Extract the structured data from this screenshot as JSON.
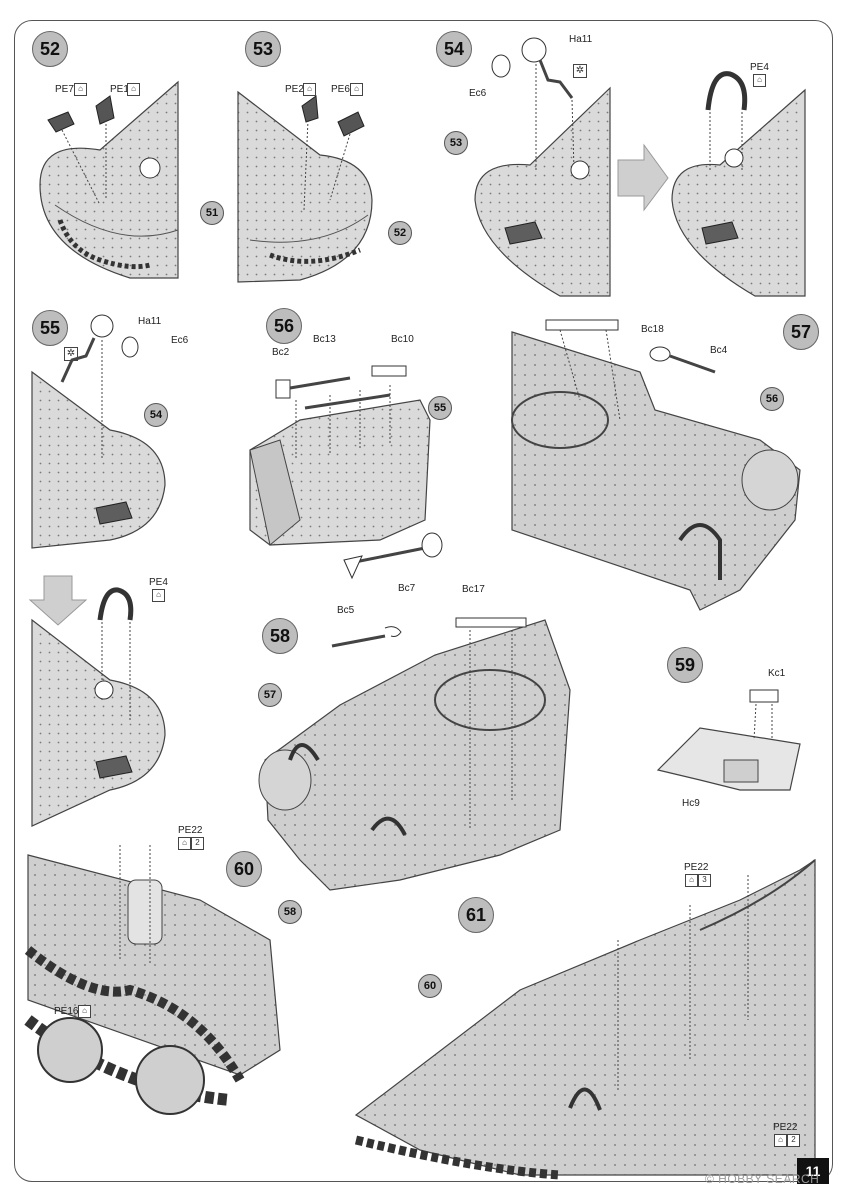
{
  "page_number": "11",
  "watermark": "© HOBBY SEARCH",
  "steps": [
    {
      "number": "52",
      "refs": [
        "51"
      ],
      "parts": [
        "PE7",
        "PE1"
      ]
    },
    {
      "number": "53",
      "refs": [
        "52"
      ],
      "parts": [
        "PE2",
        "PE6"
      ]
    },
    {
      "number": "54",
      "refs": [
        "53"
      ],
      "parts": [
        "Ha11",
        "Ec6",
        "PE4"
      ]
    },
    {
      "number": "55",
      "refs": [
        "54"
      ],
      "parts": [
        "Ha11",
        "Ec6",
        "PE4"
      ]
    },
    {
      "number": "56",
      "refs": [
        "55"
      ],
      "parts": [
        "Bc2",
        "Bc13",
        "Bc10",
        "Bc7"
      ]
    },
    {
      "number": "57",
      "refs": [
        "56"
      ],
      "parts": [
        "Bc18",
        "Bc4"
      ]
    },
    {
      "number": "58",
      "refs": [
        "57"
      ],
      "parts": [
        "Bc5",
        "Bc17"
      ]
    },
    {
      "number": "59",
      "refs": [],
      "parts": [
        "Kc1",
        "Hc9"
      ]
    },
    {
      "number": "60",
      "refs": [
        "58"
      ],
      "parts": [
        "PE22",
        "PE16"
      ]
    },
    {
      "number": "61",
      "refs": [
        "60"
      ],
      "parts": [
        "PE22",
        "PE22"
      ]
    }
  ],
  "labels": {
    "pe7": "PE7",
    "pe1": "PE1",
    "pe2": "PE2",
    "pe6": "PE6",
    "ha11": "Ha11",
    "ec6": "Ec6",
    "pe4": "PE4",
    "bc2": "Bc2",
    "bc13": "Bc13",
    "bc10": "Bc10",
    "bc7": "Bc7",
    "bc18": "Bc18",
    "bc4": "Bc4",
    "bc5": "Bc5",
    "bc17": "Bc17",
    "kc1": "Kc1",
    "hc9": "Hc9",
    "pe22": "PE22",
    "pe16": "PE16",
    "x2": "2",
    "x3": "3"
  },
  "icons": {
    "photo_etch": "pe-fret-icon",
    "cut": "cut-mark-icon",
    "arrow": "next-arrow-icon"
  },
  "colors": {
    "hull": "#d9d9d9",
    "hull_dark": "#b5b5b5",
    "step_badge": "#bdbdbd",
    "plate": "#6f6f6f",
    "arrow": "#cfcfcf"
  }
}
